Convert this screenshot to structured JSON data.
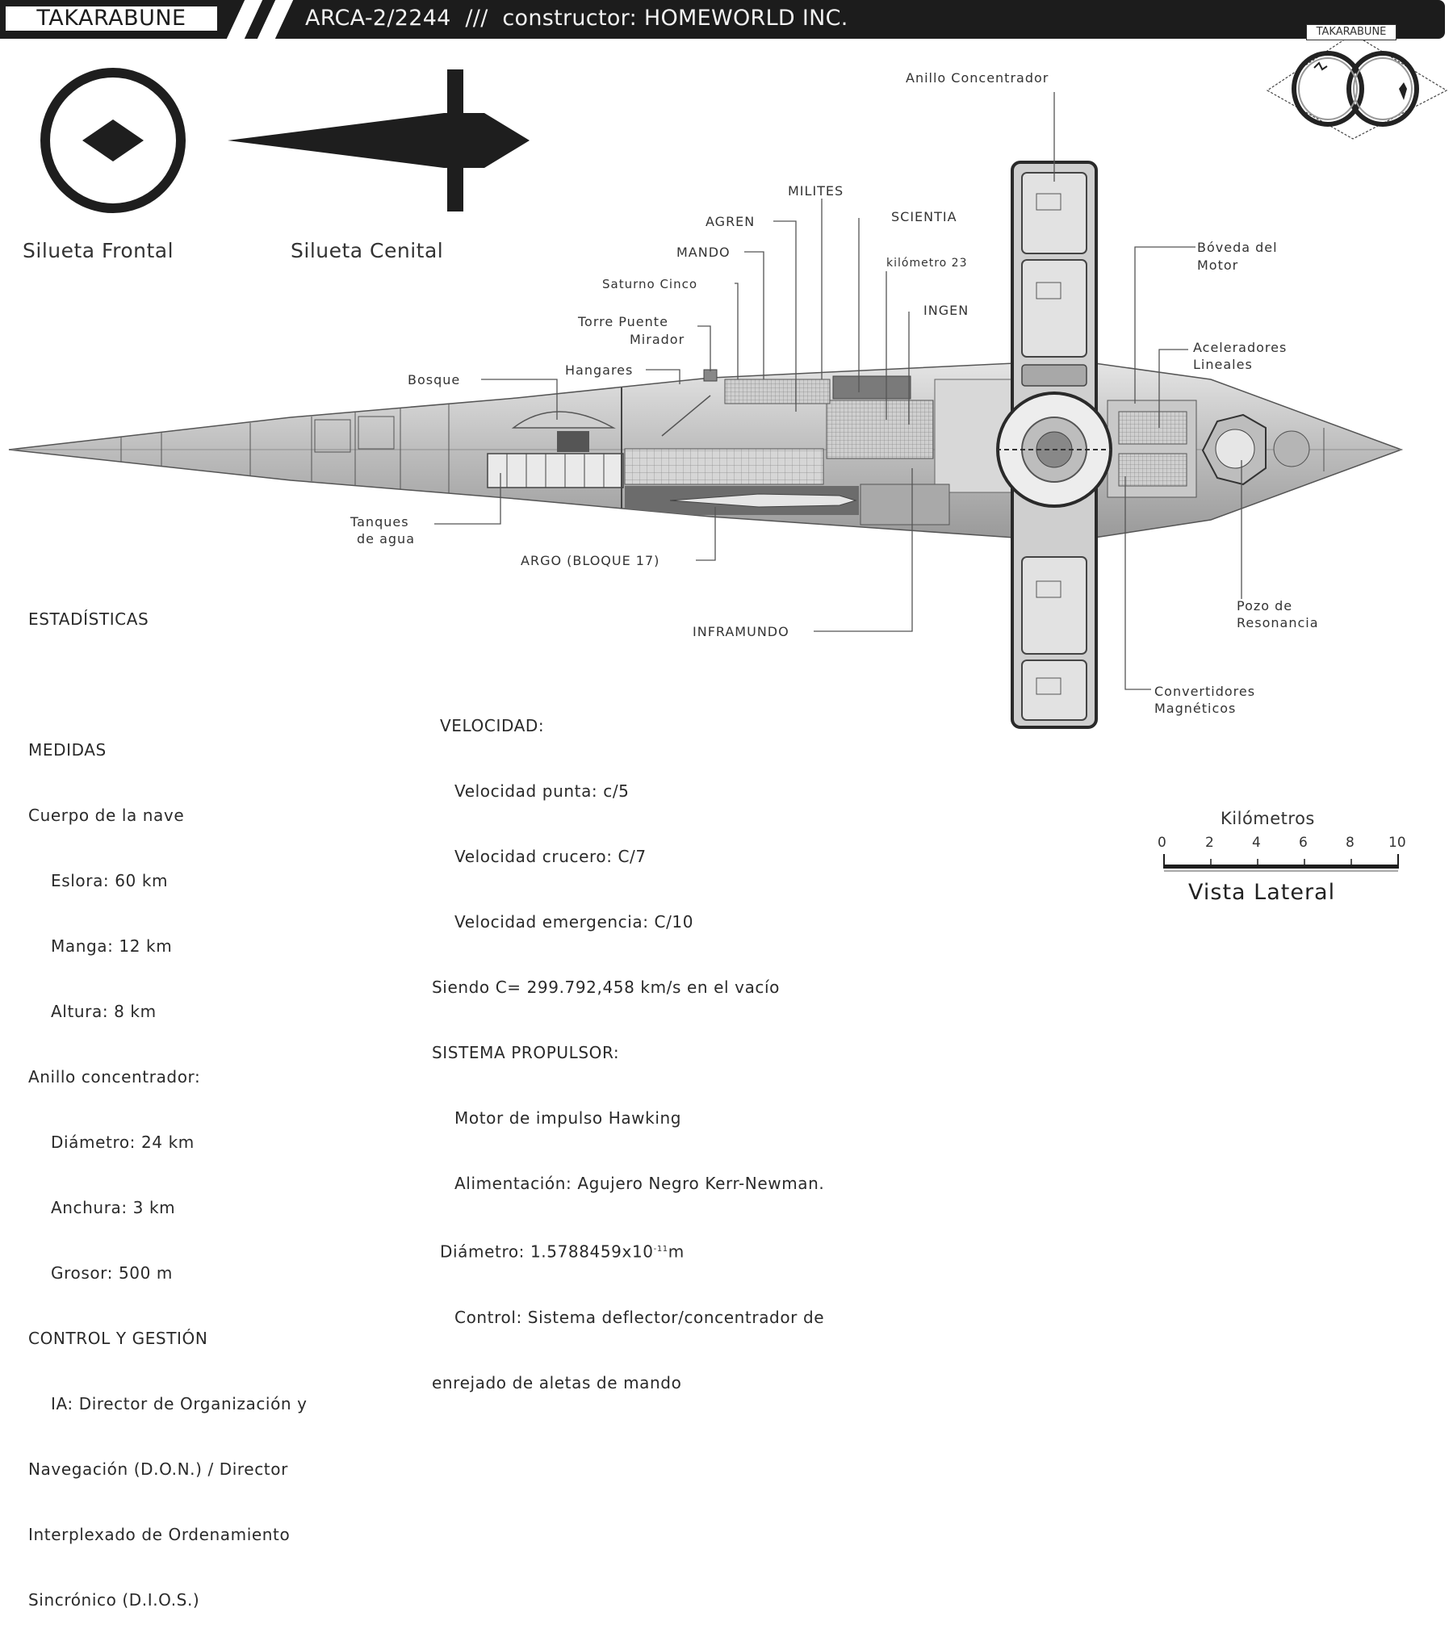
{
  "header": {
    "brand": "TAKARABUNE",
    "title": "ARCA-2/2244  ///  constructor: HOMEWORLD INC."
  },
  "logo": {
    "tag": "TAKARABUNE",
    "icon": "infinity-dragon-emblem"
  },
  "silhouettes": {
    "frontal_label": "Silueta Frontal",
    "cenital_label": "Silueta Cenital"
  },
  "callouts": {
    "anillo_concentrador": "Anillo Concentrador",
    "milites": "MILITES",
    "agren": "AGREN",
    "scientia": "SCIENTIA",
    "mando": "MANDO",
    "kilometro_23": "kilómetro 23",
    "saturno_cinco": "Saturno Cinco",
    "ingen": "INGEN",
    "torre_puente_1": "Torre Puente",
    "torre_puente_2": "Mirador",
    "hangares": "Hangares",
    "bosque": "Bosque",
    "boveda_1": "Bóveda del",
    "boveda_2": "Motor",
    "aceleradores_1": "Aceleradores",
    "aceleradores_2": "Lineales",
    "tanques_1": "Tanques",
    "tanques_2": "de agua",
    "argo": "ARGO (BLOQUE 17)",
    "inframundo": "INFRAMUNDO",
    "pozo_1": "Pozo de",
    "pozo_2": "Resonancia",
    "convertidores_1": "Convertidores",
    "convertidores_2": "Magnéticos"
  },
  "stats": {
    "title": "ESTADÍSTICAS",
    "medidas": "MEDIDAS",
    "cuerpo": "Cuerpo de la nave",
    "eslora": "Eslora: 60 km",
    "manga": "Manga: 12 km",
    "altura": "Altura: 8 km",
    "anillo": "Anillo concentrador:",
    "diametro": "Diámetro: 24 km",
    "anchura": "Anchura: 3 km",
    "grosor": "Grosor: 500 m",
    "control": "CONTROL Y GESTIÓN",
    "ia_1": "IA: Director de Organización y",
    "ia_2": "Navegación (D.O.N.) / Director",
    "ia_3": "Interplexado de Ordenamiento",
    "ia_4": "Sincrónico (D.I.O.S.)"
  },
  "speed": {
    "title": "VELOCIDAD:",
    "punta": "Velocidad punta: c/5",
    "crucero": "Velocidad crucero: C/7",
    "emergencia": "Velocidad emergencia: C/10",
    "siendo": "Siendo C= 299.792,458 km/s en el vacío",
    "propulsor": "SISTEMA PROPULSOR:",
    "motor": "Motor de impulso Hawking",
    "alimentacion": "Alimentación: Agujero Negro Kerr-Newman.",
    "diametro": "Diámetro: 1.5788459x10",
    "diametro_exp": "-11",
    "diametro_unit": "m",
    "control_1": "Control: Sistema deflector/concentrador de",
    "control_2": "enrejado de aletas de mando"
  },
  "scale": {
    "title": "Kilómetros",
    "ticks": [
      "0",
      "2",
      "4",
      "6",
      "8",
      "10"
    ],
    "view_label": "Vista Lateral"
  }
}
